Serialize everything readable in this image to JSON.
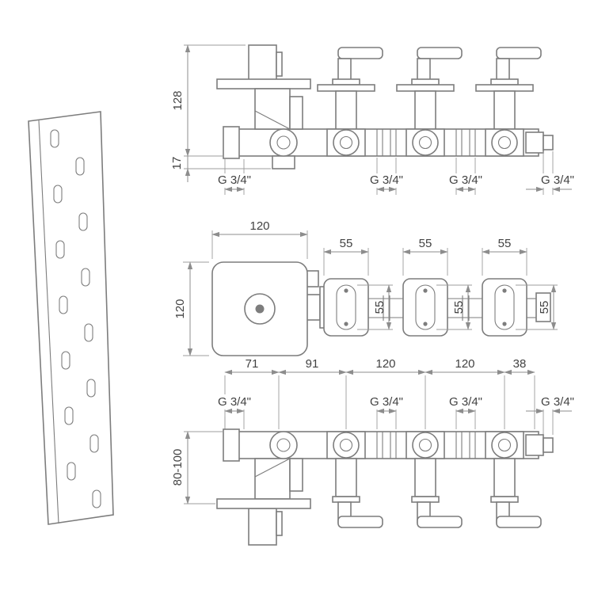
{
  "drawing": {
    "palette": {
      "line": "#7d7d7d",
      "dimension": "#8d8d8d",
      "text": "#424242",
      "background": "#ffffff"
    },
    "front_view": {
      "dim_height": "128",
      "dim_offset": "17",
      "thread_labels": [
        "G 3/4\"",
        "G 3/4\"",
        "G 3/4\"",
        "G 3/4\""
      ]
    },
    "plan_view": {
      "dim_width": "120",
      "dim_depth": "120",
      "valve_width_labels": [
        "55",
        "55",
        "55"
      ],
      "valve_depth_labels": [
        "55",
        "55",
        "55"
      ]
    },
    "bottom_view": {
      "spacing_labels": [
        "71",
        "91",
        "120",
        "120",
        "38"
      ],
      "thread_labels": [
        "G 3/4\"",
        "G 3/4\"",
        "G 3/4\"",
        "G 3/4\""
      ],
      "depth_range": "80-100"
    }
  }
}
